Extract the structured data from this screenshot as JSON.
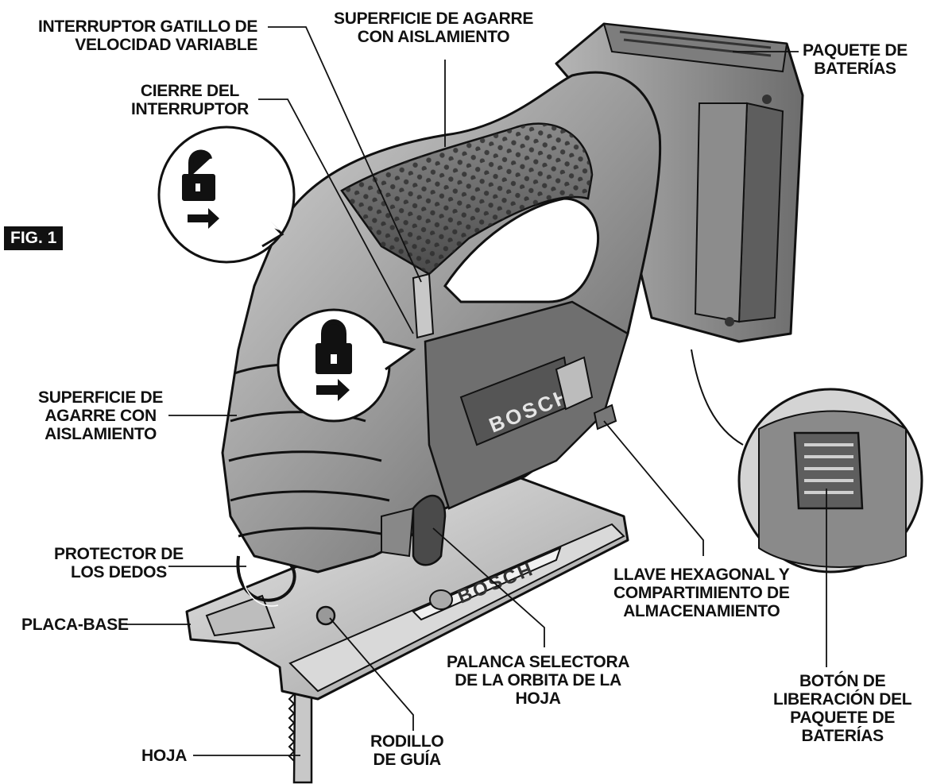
{
  "figure_label": "FIG. 1",
  "labels": {
    "trigger": [
      "INTERRUPTOR GATILLO DE",
      "VELOCIDAD VARIABLE"
    ],
    "grip_top": [
      "SUPERFICIE DE AGARRE",
      "CON AISLAMIENTO"
    ],
    "battery": [
      "PAQUETE DE",
      "BATERÍAS"
    ],
    "lock": [
      "CIERRE DEL",
      "INTERRUPTOR"
    ],
    "grip_side": [
      "SUPERFICIE DE",
      "AGARRE CON",
      "AISLAMIENTO"
    ],
    "finger_guard": [
      "PROTECTOR DE",
      "LOS DEDOS"
    ],
    "base_plate": [
      "PLACA-BASE"
    ],
    "blade": [
      "HOJA"
    ],
    "hex_key": [
      "LLAVE HEXAGONAL Y",
      "COMPARTIMIENTO DE",
      "ALMACENAMIENTO"
    ],
    "orbit_lever": [
      "PALANCA SELECTORA",
      "DE LA ORBITA DE LA",
      "HOJA"
    ],
    "guide_roller": [
      "RODILLO",
      "DE GUÍA"
    ],
    "battery_release": [
      "BOTÓN DE",
      "LIBERACIÓN DEL",
      "PAQUETE DE",
      "BATERÍAS"
    ]
  },
  "brand_marks": [
    "BOSCH",
    "BOSCH"
  ],
  "icons": {
    "unlocked": "unlocked-padlock-icon",
    "locked": "locked-padlock-icon"
  },
  "colors": {
    "ink": "#111111",
    "body": "#8f8f8f",
    "body_dark": "#5a5a5a",
    "body_light": "#c9c9c9"
  }
}
